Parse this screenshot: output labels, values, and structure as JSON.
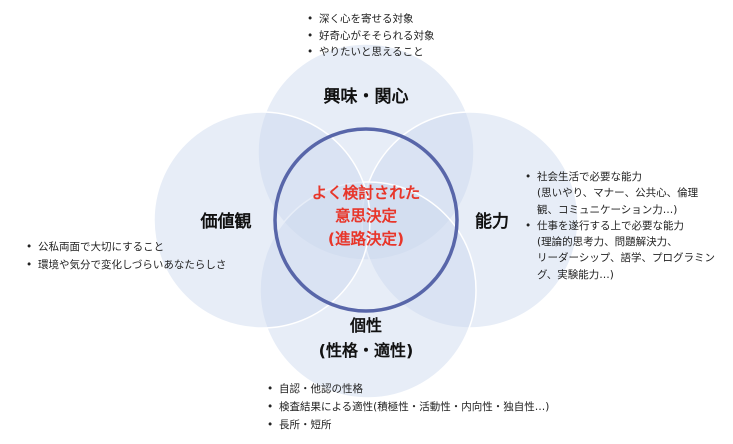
{
  "center": {
    "lines": [
      "よく検討された",
      "意思決定",
      "(進路決定)"
    ],
    "color": "#e8362a"
  },
  "circles": {
    "fill": "#c9d8ee",
    "stroke": "#ffffff",
    "ring_stroke": "#5866a9"
  },
  "factors": {
    "interest": {
      "label": "興味・関心",
      "bullets": [
        "深く心を寄せる対象",
        "好奇心がそそられる対象",
        "やりたいと思えること"
      ]
    },
    "ability": {
      "label": "能力",
      "bullets": [
        [
          "社会生活で必要な能力",
          "(思いやり、マナー、公共心、倫理",
          "観、コミュニケーション力…)"
        ],
        [
          "仕事を遂行する上で必要な能力",
          "(理論的思考力、問題解決力、",
          "リーダーシップ、語学、プログラミン",
          "グ、実験能力…)"
        ]
      ]
    },
    "values": {
      "label": "価値観",
      "bullets": [
        "公私両面で大切にすること",
        "環境や気分で変化しづらいあなたらしさ"
      ]
    },
    "personality": {
      "label_lines": [
        "個性",
        "(性格・適性)"
      ],
      "bullets": [
        "自認・他認の性格",
        "検査結果による適性(積極性・活動性・内向性・独自性…)",
        "長所・短所"
      ]
    }
  }
}
